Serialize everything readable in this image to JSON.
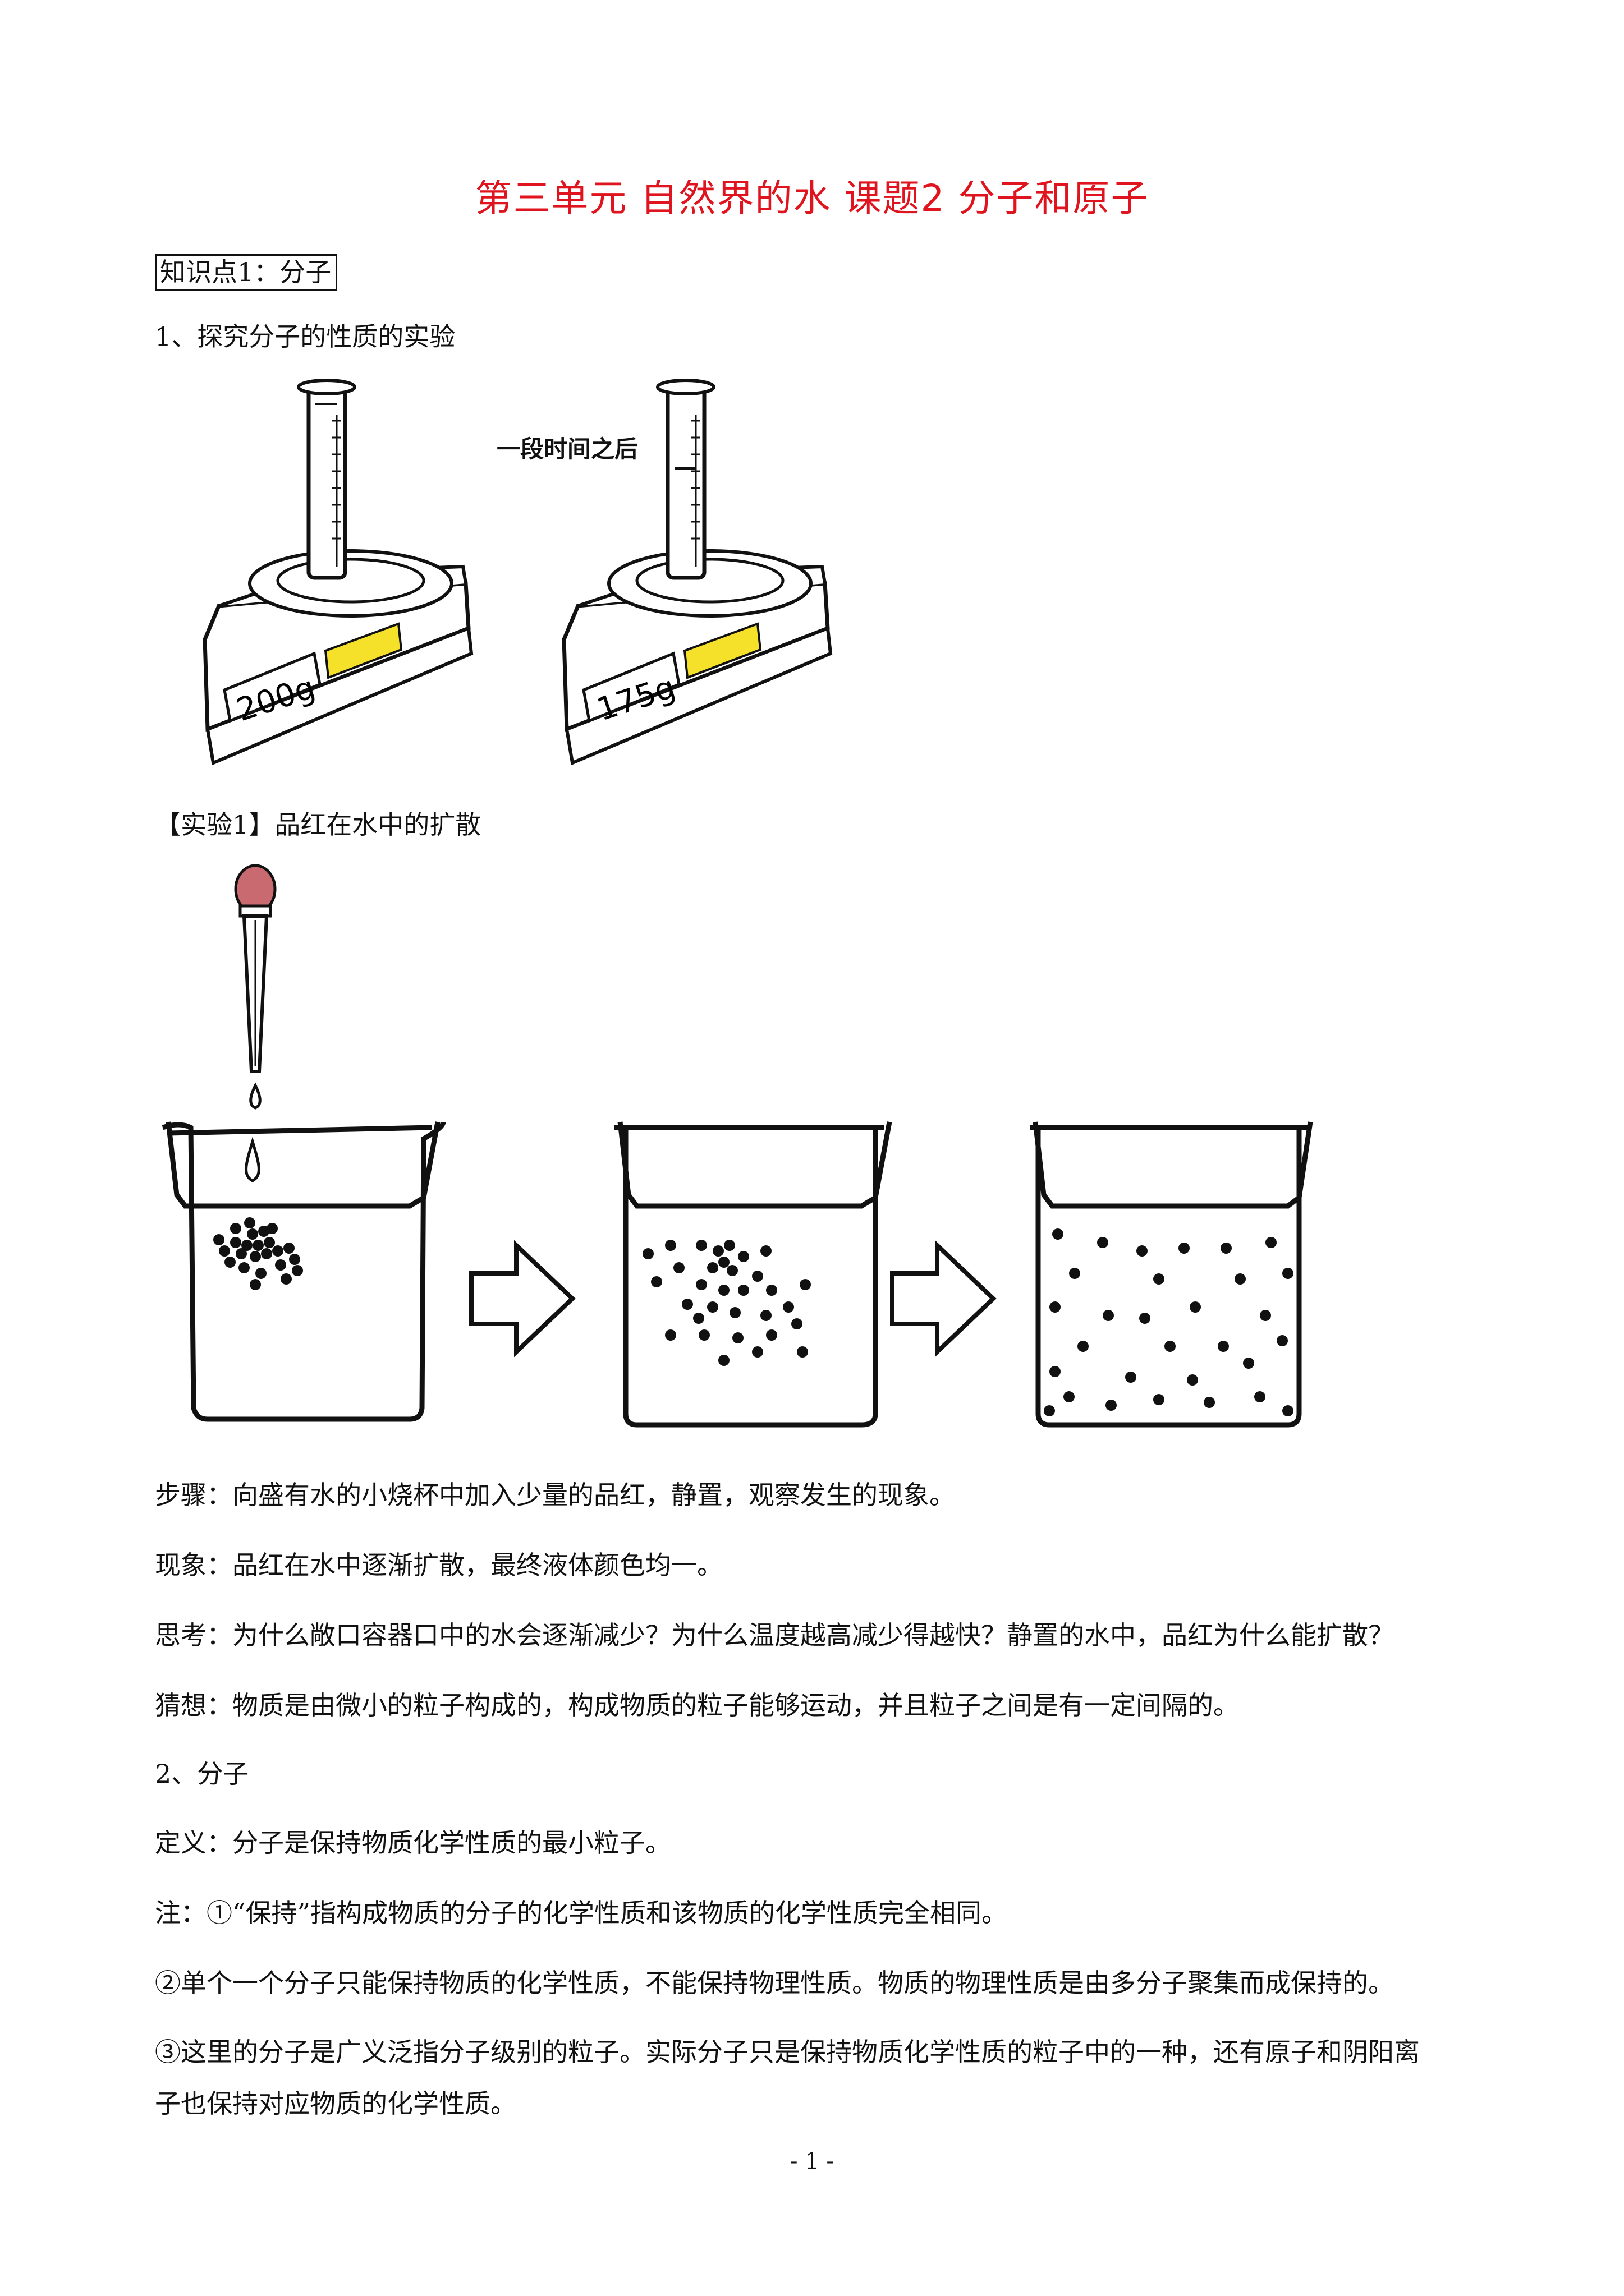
{
  "title": "第三单元 自然界的水 课题2 分子和原子",
  "kp1": "知识点1：分子",
  "sec1": "1、探究分子的性质的实验",
  "scale_caption": "一段时间之后",
  "scale1_reading": "200g",
  "scale2_reading": "175g",
  "exp1": "【实验1】品红在水中的扩散",
  "steps": "步骤：向盛有水的小烧杯中加入少量的品红，静置，观察发生的现象。",
  "phenomenon": "现象：品红在水中逐渐扩散，最终液体颜色均一。",
  "think": "思考：为什么敞口容器口中的水会逐渐减少？为什么温度越高减少得越快？静置的水中，品红为什么能扩散？",
  "guess": "猜想：物质是由微小的粒子构成的，构成物质的粒子能够运动，并且粒子之间是有一定间隔的。",
  "sec2": "2、分子",
  "definition": "定义：分子是保持物质化学性质的最小粒子。",
  "note1": "注：①“保持”指构成物质的分子的化学性质和该物质的化学性质完全相同。",
  "note2": "②单个一个分子只能保持物质的化学性质，不能保持物理性质。物质的物理性质是由多分子聚集而成保持的。",
  "note3a": "③这里的分子是广义泛指分子级别的粒子。实际分子只是保持物质化学性质的粒子中的一种，还有原子和阴阳离",
  "note3b": "子也保持对应物质的化学性质。",
  "page_number": "- 1 -",
  "colors": {
    "title": "#e0141e",
    "dropper_bulb": "#c86a6f",
    "scale_display": "#f5e12a"
  }
}
